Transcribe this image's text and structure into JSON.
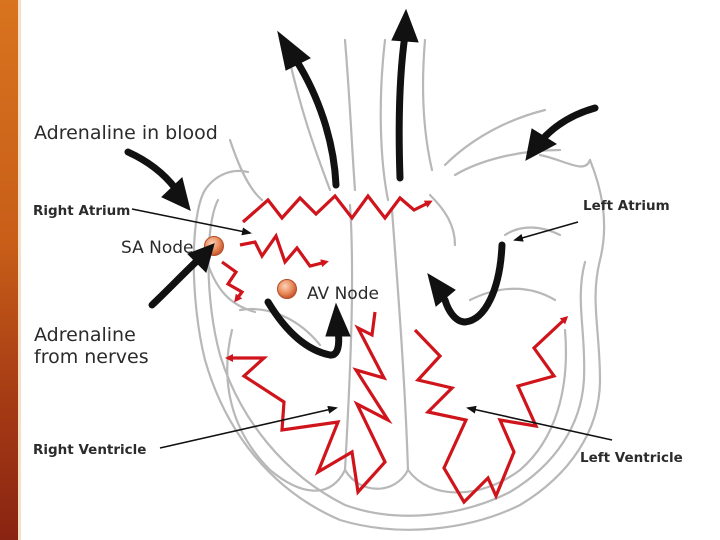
{
  "labels": {
    "adrenaline_blood": "Adrenaline in blood",
    "right_atrium": "Right Atrium",
    "sa_node": "SA Node",
    "av_node": "AV Node",
    "adrenaline_nerves_line1": "Adrenaline",
    "adrenaline_nerves_line2": "from nerves",
    "left_atrium": "Left Atrium",
    "right_ventricle": "Right Ventricle",
    "left_ventricle": "Left Ventricle"
  },
  "colors": {
    "sidebar": "#c85e18",
    "impulse": "#d0141c",
    "node": "#e98a5a",
    "outline": "#b8b8b8",
    "arrow": "#111111"
  }
}
